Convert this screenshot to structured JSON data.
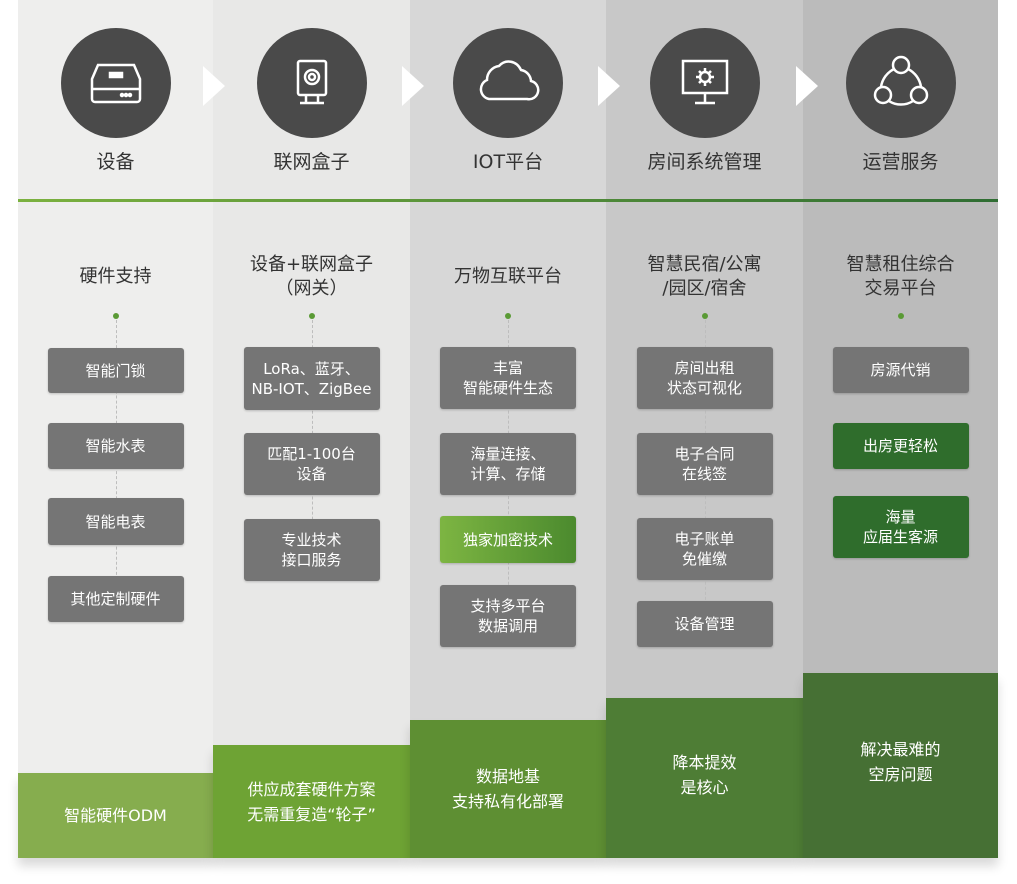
{
  "columns": [
    {
      "stage": "设备",
      "icon": "device-icon",
      "heading": "硬件支持",
      "items": [
        {
          "label": "智能门锁"
        },
        {
          "label": "智能水表"
        },
        {
          "label": "智能电表"
        },
        {
          "label": "其他定制硬件"
        }
      ],
      "bottom": "智能硬件ODM",
      "bottom_color": "#86ad4e"
    },
    {
      "stage": "联网盒子",
      "icon": "gateway-box-icon",
      "heading": "设备+联网盒子\n（网关）",
      "items": [
        {
          "label": "LoRa、蓝牙、\nNB-IOT、ZigBee"
        },
        {
          "label": "匹配1-100台\n设备"
        },
        {
          "label": "专业技术\n接口服务"
        }
      ],
      "bottom": "供应成套硬件方案\n无需重复造“轮子”",
      "bottom_color": "#6ea334"
    },
    {
      "stage": "IOT平台",
      "icon": "cloud-icon",
      "heading": "万物互联平台",
      "items": [
        {
          "label": "丰富\n智能硬件生态"
        },
        {
          "label": "海量连接、\n计算、存储"
        },
        {
          "label": "独家加密技术",
          "highlight": "light"
        },
        {
          "label": "支持多平台\n数据调用"
        }
      ],
      "bottom": "数据地基\n支持私有化部署",
      "bottom_color": "#5e8f33"
    },
    {
      "stage": "房间系统管理",
      "icon": "monitor-gear-icon",
      "heading": "智慧民宿/公寓\n/园区/宿舍",
      "items": [
        {
          "label": "房间出租\n状态可视化"
        },
        {
          "label": "电子合同\n在线签"
        },
        {
          "label": "电子账单\n免催缴"
        },
        {
          "label": "设备管理"
        }
      ],
      "bottom": "降本提效\n是核心",
      "bottom_color": "#4e7d35"
    },
    {
      "stage": "运营服务",
      "icon": "network-icon",
      "heading": "智慧租住综合\n交易平台",
      "items": [
        {
          "label": "房源代销"
        },
        {
          "label": "出房更轻松",
          "highlight": "dark"
        },
        {
          "label": "海量\n应届生客源",
          "highlight": "dark"
        }
      ],
      "bottom": "解决最难的\n空房问题",
      "bottom_color": "#467034"
    }
  ]
}
